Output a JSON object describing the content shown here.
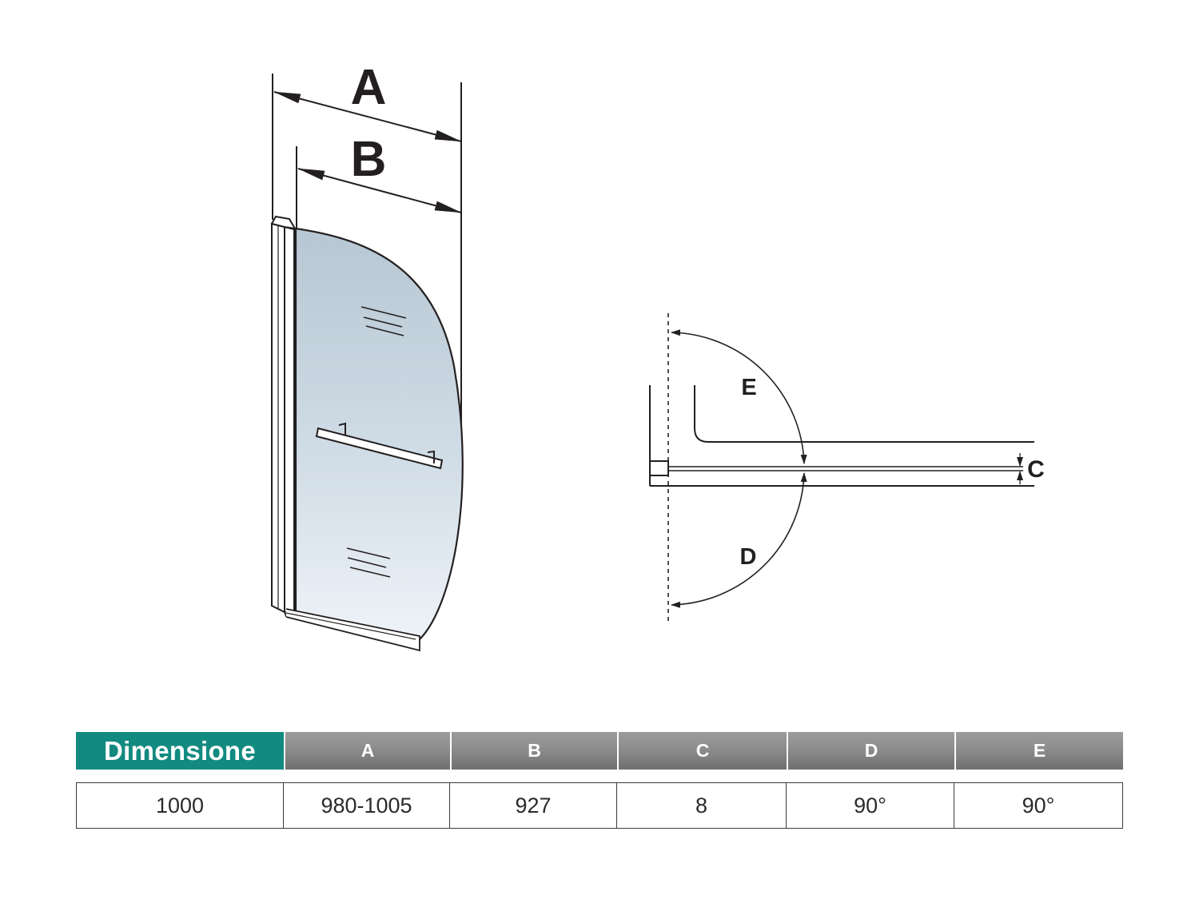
{
  "labels": {
    "a": "A",
    "b": "B",
    "c": "C",
    "d": "D",
    "e": "E"
  },
  "table": {
    "headers": [
      "Dimensione",
      "A",
      "B",
      "C",
      "D",
      "E"
    ],
    "values": [
      "1000",
      "980-1005",
      "927",
      "8",
      "90°",
      "90°"
    ]
  },
  "colors": {
    "header_accent": "#128a80",
    "header_gray": "#8d8d8d",
    "line": "#231f20"
  }
}
